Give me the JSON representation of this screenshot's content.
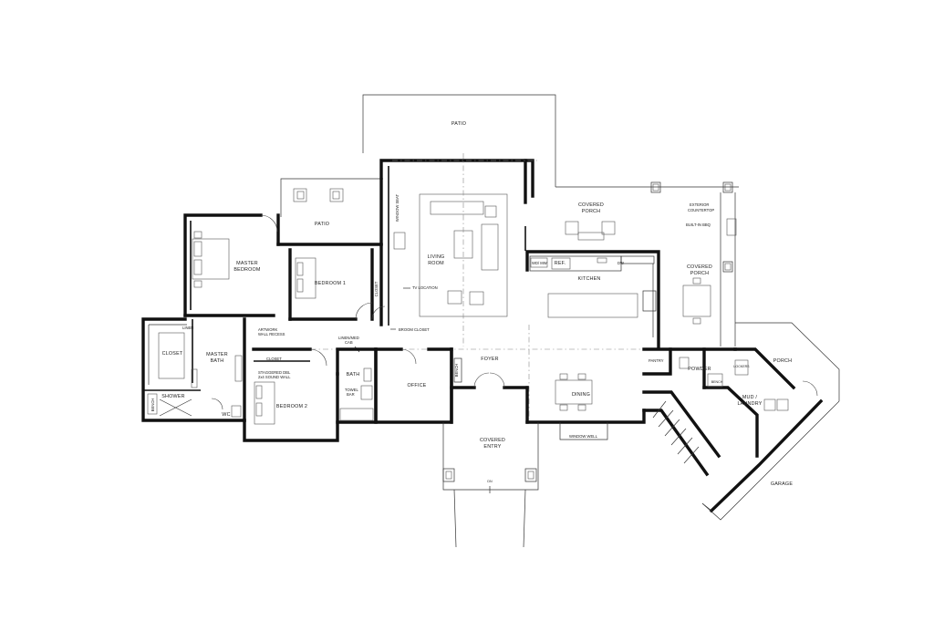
{
  "rooms": {
    "patio_top": "PATIO",
    "patio_left": "PATIO",
    "covered_porch_top_1": "COVERED",
    "covered_porch_top_2": "PORCH",
    "covered_porch_right_1": "COVERED",
    "covered_porch_right_2": "PORCH",
    "master_bedroom_1": "MASTER",
    "master_bedroom_2": "BEDROOM",
    "bedroom1": "BEDROOM 1",
    "living_1": "LIVING",
    "living_2": "ROOM",
    "kitchen": "KITCHEN",
    "closet_master": "CLOSET",
    "master_bath_1": "MASTER",
    "master_bath_2": "BATH",
    "shower": "SHOWER",
    "wc": "WC",
    "bedroom2": "BEDROOM 2",
    "bath": "BATH",
    "office": "OFFICE",
    "foyer": "FOYER",
    "dining": "DINING",
    "powder": "POWDER",
    "pantry": "PANTRY",
    "porch": "PORCH",
    "mud_1": "MUD /",
    "mud_2": "LAUNDRY",
    "garage": "GARAGE",
    "covered_entry_1": "COVERED",
    "covered_entry_2": "ENTRY"
  },
  "notes": {
    "window_seat": "WINDOW SEAT",
    "tv_location": "TV LOCATION",
    "closet_bed1": "CLOSET",
    "broom_closet": "BROOM CLOSET",
    "linen_master": "LINEN",
    "artwork_1": "ARTWORK",
    "artwork_2": "WALL RECESS",
    "closet_bed2": "CLOSET",
    "linen_cab_1": "LINEN/MED",
    "linen_cab_2": "CAB",
    "staggered_1": "STAGGERED DBL",
    "staggered_2": "2x4 SOUND WALL",
    "towel_bar_1": "TOWEL",
    "towel_bar_2": "BAR",
    "bench_shower": "BENCH",
    "bench_foyer": "BENCH",
    "window_well": "WINDOW WELL",
    "wd_mw": "WD/ MW",
    "ref": "REF.",
    "dw": "DW",
    "exterior_1": "EXTERIOR",
    "exterior_2": "COUNTERTOP",
    "built_in_bbq": "BUILT-IN BBQ",
    "bench_mud": "BENCH",
    "lockers": "LOCKERS",
    "dn": "DN"
  }
}
